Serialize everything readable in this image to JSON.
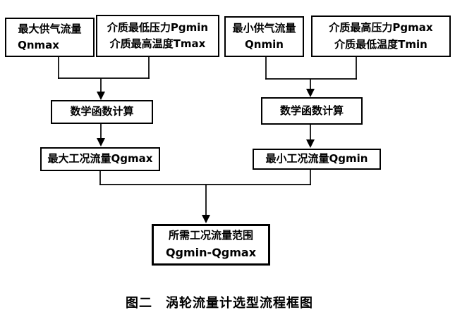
{
  "figure": {
    "caption": "图二　涡轮流量计选型流程框图"
  },
  "colors": {
    "line": "#000000",
    "text": "#000000",
    "background": "#ffffff"
  },
  "nodes": {
    "qnmax": {
      "line1": "最大供气流量",
      "line2": "Qnmax"
    },
    "pgmin_tmax": {
      "line1": "介质最低压力Pgmin",
      "line2": "介质最高温度Tmax"
    },
    "qnmin": {
      "line1": "最小供气流量",
      "line2": "Qnmin"
    },
    "pgmax_tmin": {
      "line1": "介质最高压力Pgmax",
      "line2": "介质最低温度Tmin"
    },
    "calc_left": {
      "label": "数学函数计算"
    },
    "calc_right": {
      "label": "数学函数计算"
    },
    "qgmax": {
      "label": "最大工况流量Qgmax"
    },
    "qgmin": {
      "label": "最小工况流量Qgmin"
    },
    "result": {
      "line1": "所需工况流量范围",
      "line2": "Qgmin-Qgmax"
    }
  }
}
